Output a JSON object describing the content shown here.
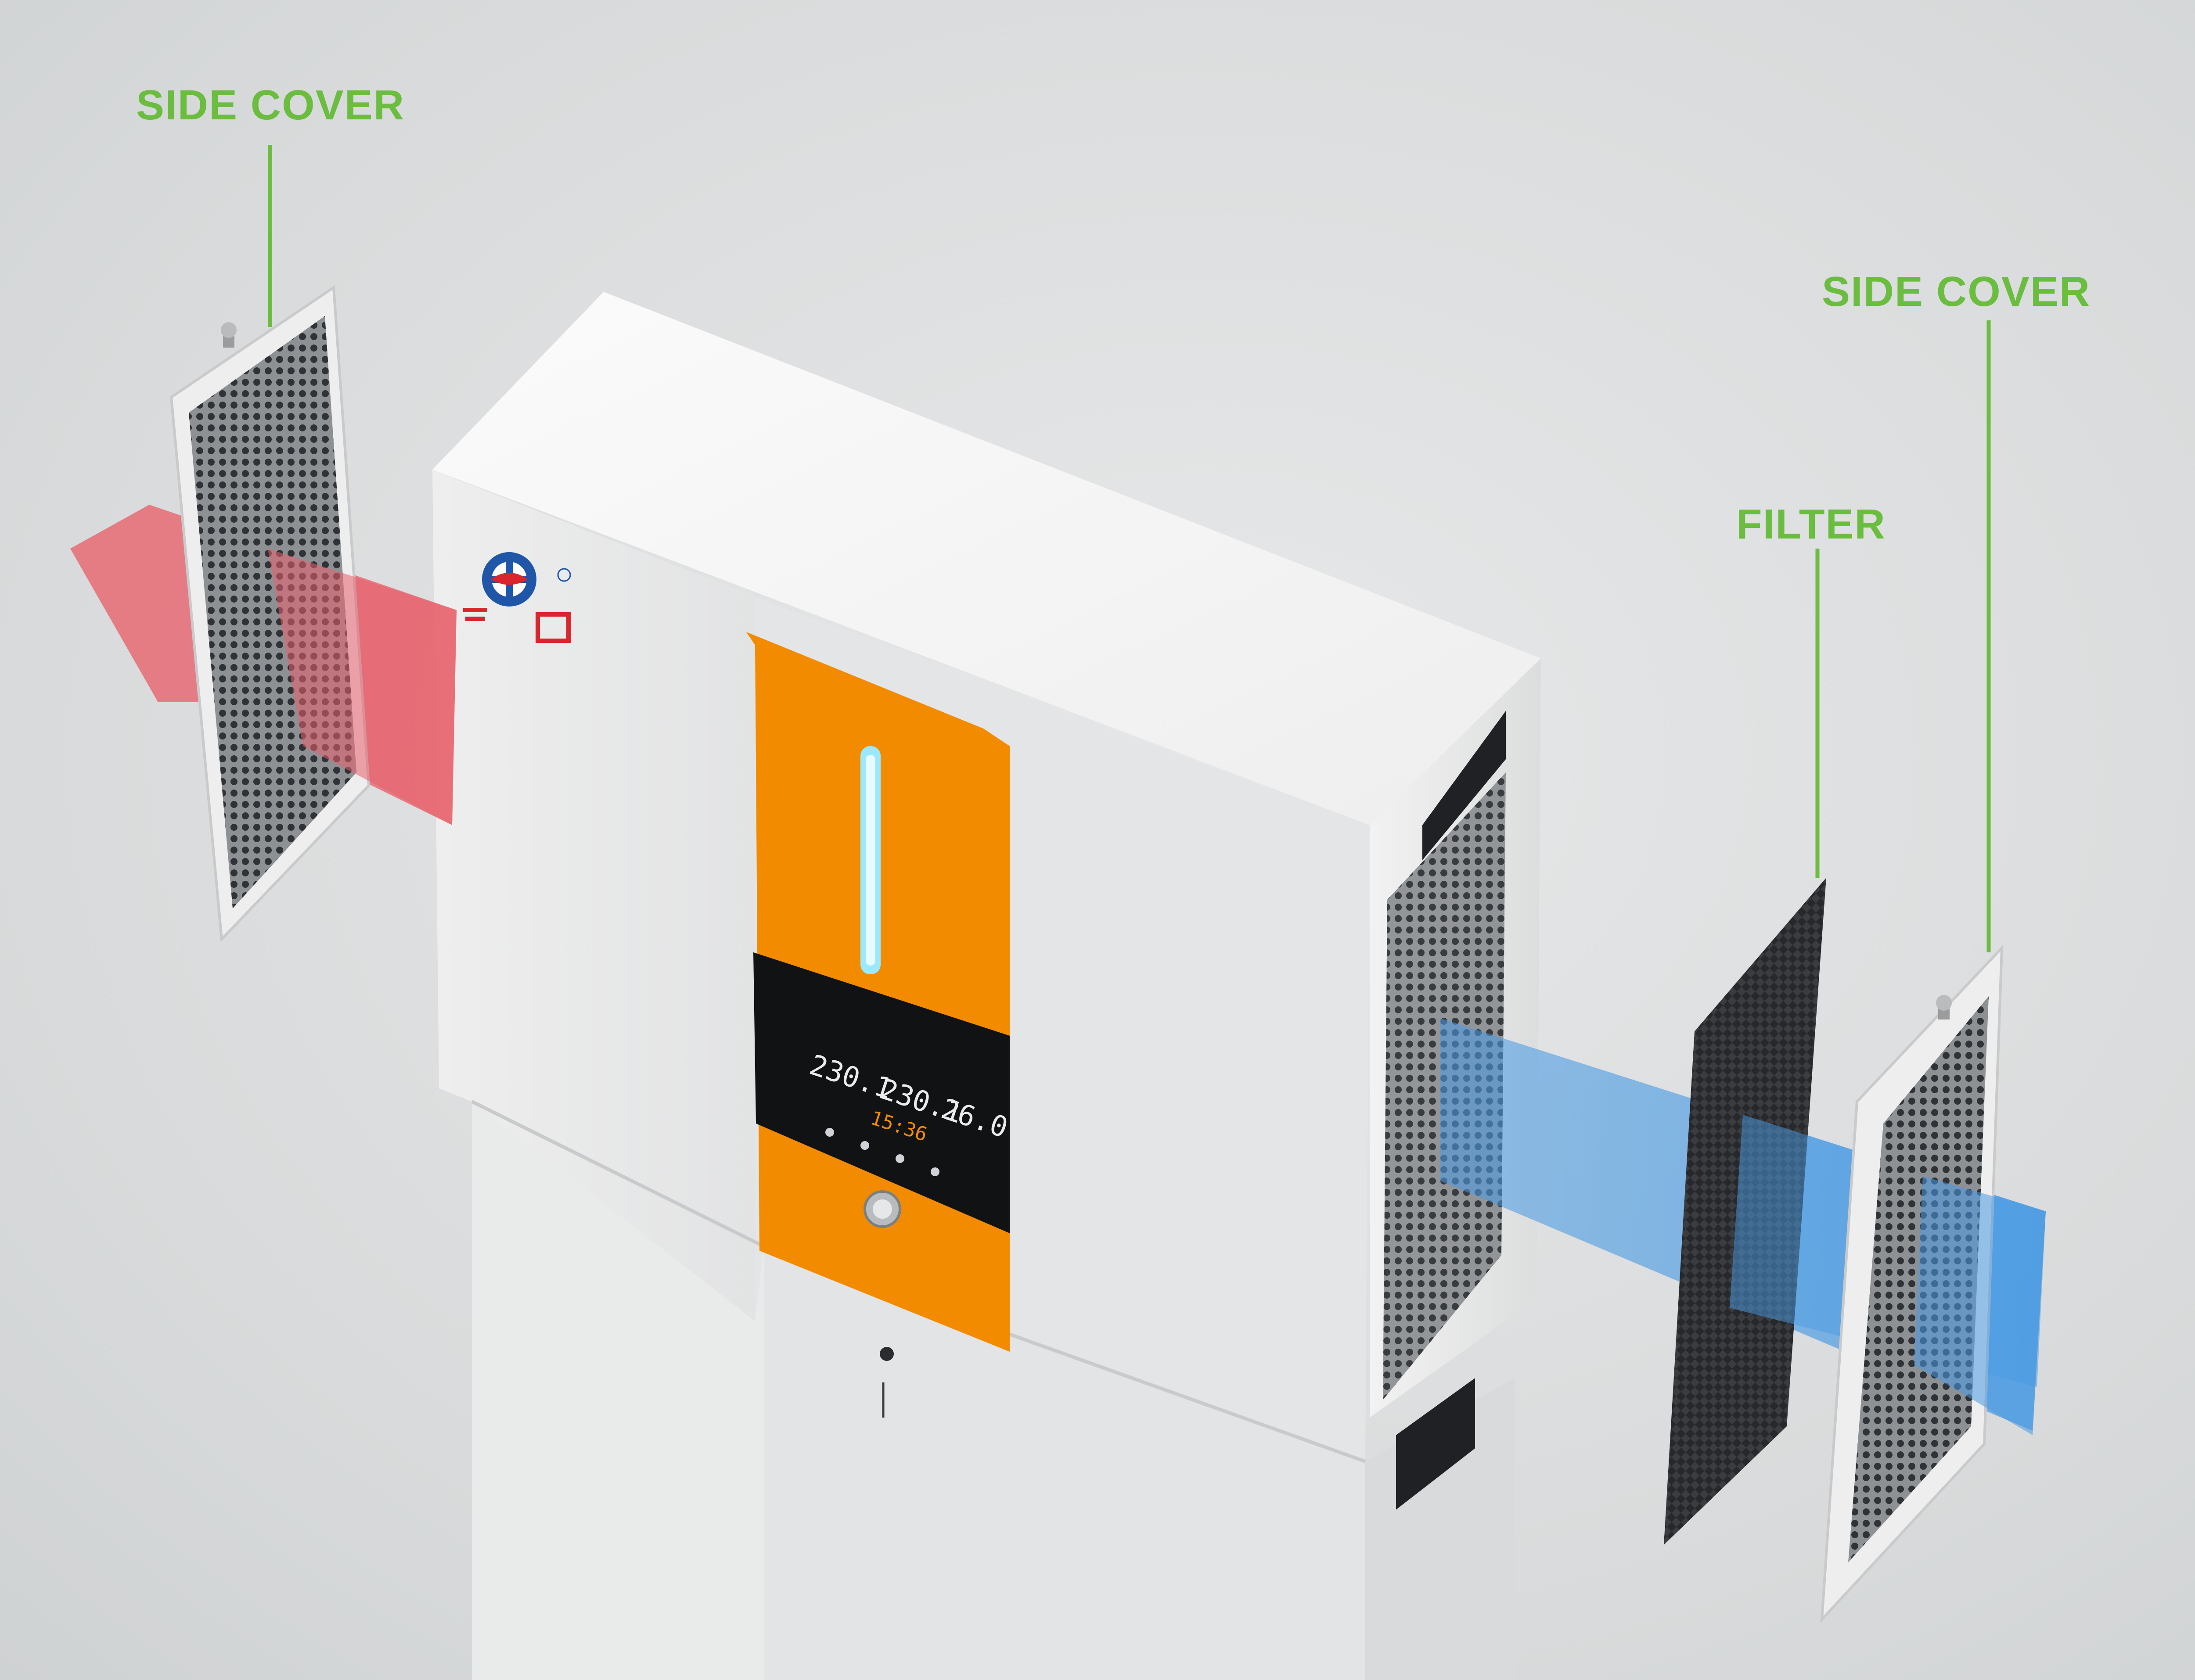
{
  "labels": {
    "side_cover_left": "SIDE COVER",
    "side_cover_right": "SIDE COVER",
    "filter": "FILTER"
  },
  "display": {
    "grid_voltage": "230.1",
    "output_voltage": "230.1",
    "battery_voltage": "26.0",
    "clock": "15:36"
  },
  "colors": {
    "callout_green": "#6bbd3f",
    "panel_orange": "#f28b00",
    "airflow_hot": "#e8616b",
    "airflow_cool": "#4a9be3",
    "brand_blue": "#1f56a8",
    "brand_red": "#d8262c"
  },
  "icons": {
    "brand_logo": "brand-logo-icon",
    "power_button": "power-button-icon"
  }
}
